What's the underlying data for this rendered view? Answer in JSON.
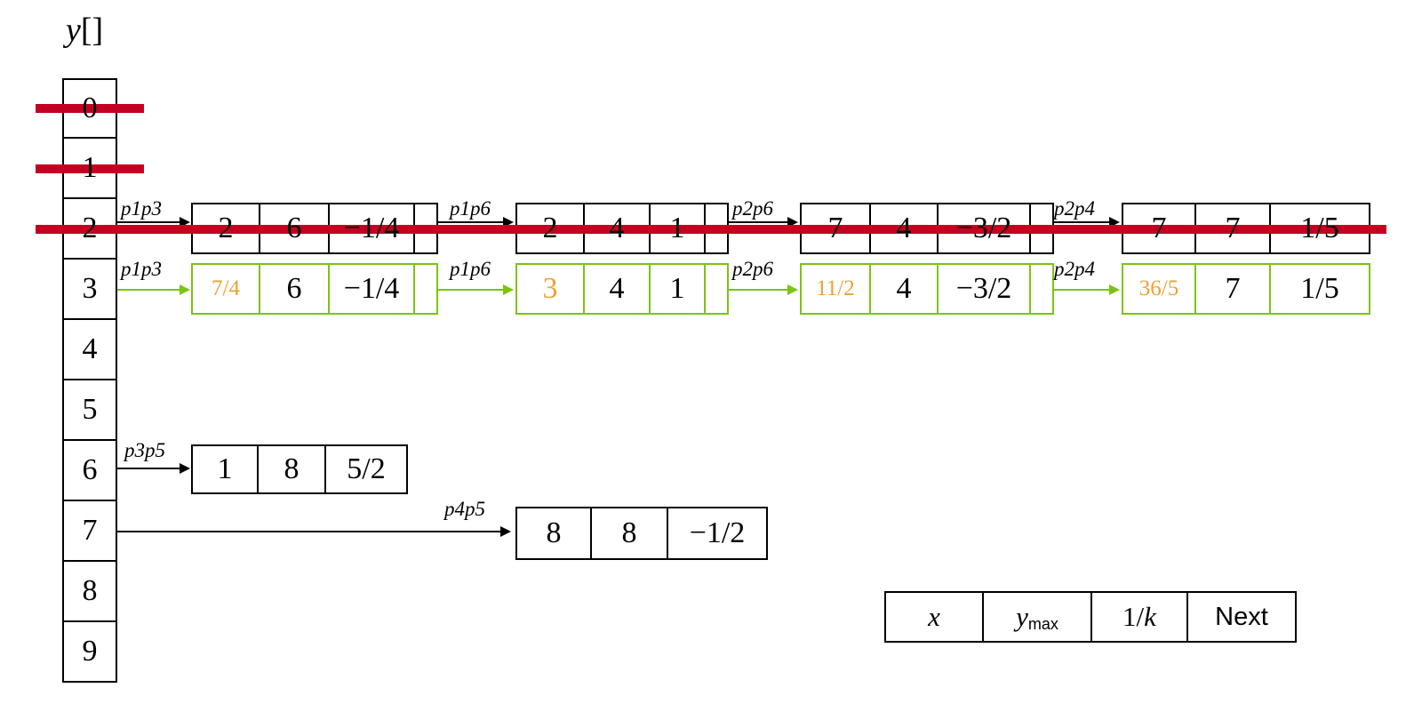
{
  "title": {
    "var": "y",
    "brackets": "[]"
  },
  "array": {
    "cells": [
      "0",
      "1",
      "2",
      "3",
      "4",
      "5",
      "6",
      "7",
      "8",
      "9"
    ]
  },
  "scanlines": {
    "rows_marked": [
      "0",
      "1",
      "2"
    ]
  },
  "colors": {
    "scanline_red": "#c40022",
    "active_green": "#7cc40e",
    "highlight_orange": "#f0a030"
  },
  "chains": {
    "row2": {
      "links": [
        {
          "label": "p1p3",
          "x": "2",
          "ymax": "6",
          "slope": "−1/4"
        },
        {
          "label": "p1p6",
          "x": "2",
          "ymax": "4",
          "slope": "1"
        },
        {
          "label": "p2p6",
          "x": "7",
          "ymax": "4",
          "slope": "−3/2"
        },
        {
          "label": "p2p4",
          "x": "7",
          "ymax": "7",
          "slope": "1/5"
        }
      ]
    },
    "row3": {
      "links": [
        {
          "label": "p1p3",
          "x": "7/4",
          "ymax": "6",
          "slope": "−1/4"
        },
        {
          "label": "p1p6",
          "x": "3",
          "ymax": "4",
          "slope": "1"
        },
        {
          "label": "p2p6",
          "x": "11/2",
          "ymax": "4",
          "slope": "−3/2"
        },
        {
          "label": "p2p4",
          "x": "36/5",
          "ymax": "7",
          "slope": "1/5"
        }
      ]
    },
    "row6": {
      "links": [
        {
          "label": "p3p5",
          "x": "1",
          "ymax": "8",
          "slope": "5/2"
        }
      ]
    },
    "row7": {
      "links": [
        {
          "label": "p4p5",
          "x": "8",
          "ymax": "8",
          "slope": "−1/2"
        }
      ]
    }
  },
  "legend": {
    "x": "x",
    "ymax_base": "y",
    "ymax_sub": "max",
    "slope_pre": "1/",
    "slope_var": "k",
    "next": "Next"
  }
}
